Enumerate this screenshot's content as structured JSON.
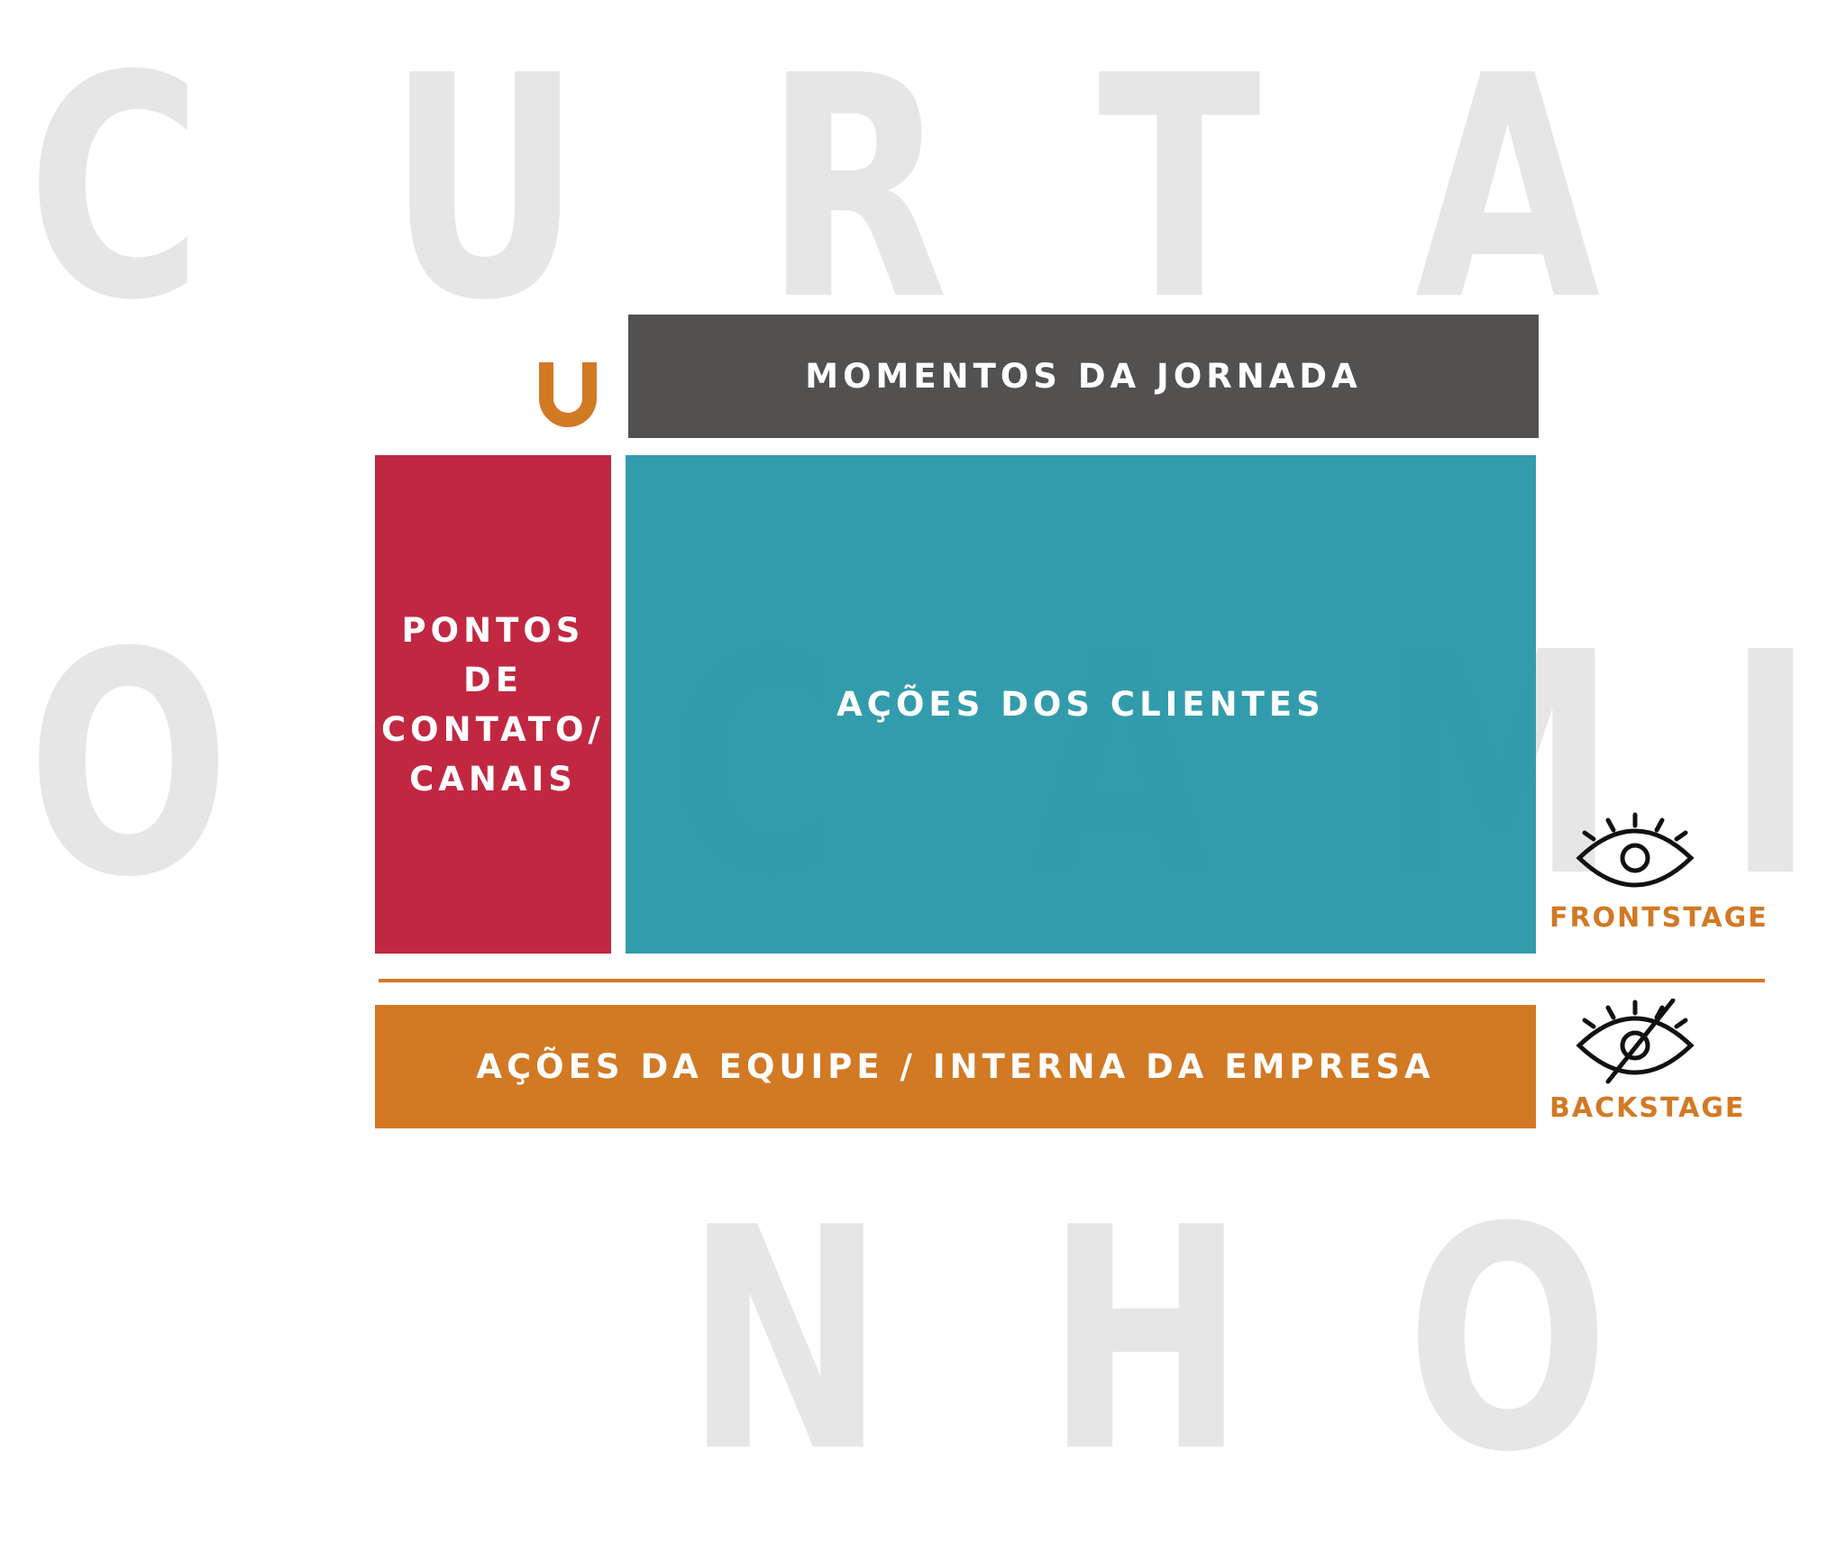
{
  "background_letters": [
    "C",
    "U",
    "R",
    "T",
    "A",
    "O",
    "C",
    "A",
    "M",
    "I",
    "N",
    "H",
    "O"
  ],
  "blocks": {
    "momentos": "MOMENTOS DA JORNADA",
    "pontos": [
      "PONTOS DE",
      "CONTATO/",
      "CANAIS"
    ],
    "acoes_clientes": "AÇÕES DOS CLIENTES",
    "acoes_equipe": "AÇÕES DA EQUIPE / INTERNA DA EMPRESA"
  },
  "stages": {
    "frontstage": "FRONTSTAGE",
    "backstage": "BACKSTAGE"
  },
  "icons": {
    "logo": "u-logo-icon",
    "frontstage": "eye-icon",
    "backstage": "eye-slash-icon"
  },
  "colors": {
    "dark_gray": "#525150",
    "red": "#c12741",
    "teal": "#2395a6",
    "orange": "#d27924",
    "watermark": "#e6e6e6"
  }
}
